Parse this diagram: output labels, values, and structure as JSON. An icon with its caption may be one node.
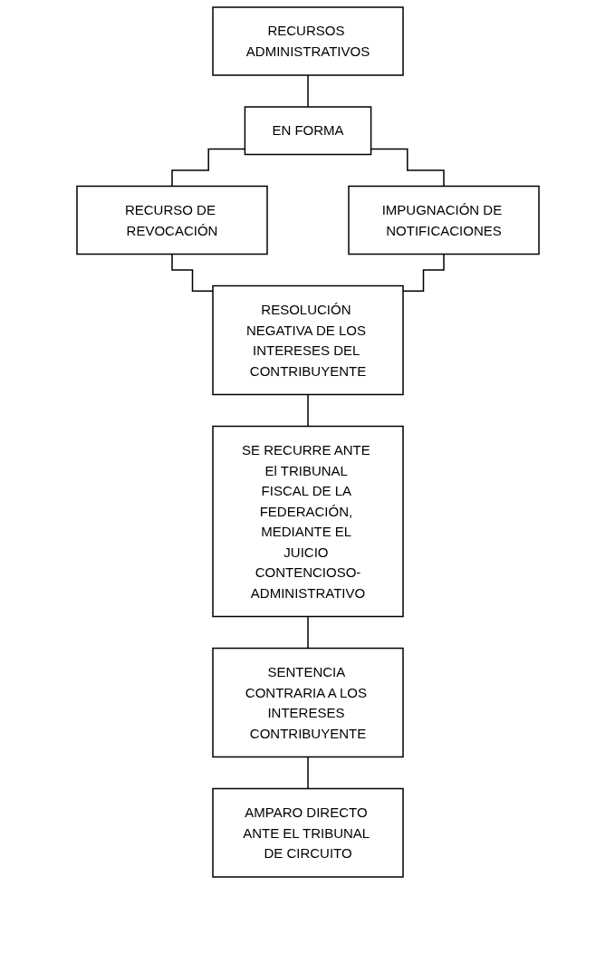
{
  "diagram": {
    "nodes": [
      {
        "text": [
          "RECURSOS ADMINISTRATIVOS"
        ]
      },
      {
        "text": [
          "EN FORMA"
        ]
      },
      {
        "text": [
          "RECURSO DE REVOCACIÓN"
        ]
      },
      {
        "text": [
          "IMPUGNACIÓN DE NOTIFICACIONES"
        ]
      },
      {
        "text": [
          "RESOLUCIÓN NEGATIVA DE LOS INTERESES DEL CONTRIBUYENTE"
        ]
      },
      {
        "text": [
          "SE RECURRE ANTE El TRIBUNAL FISCAL DE LA FEDERACIÓN, MEDIANTE EL JUICIO CONTENCIOSO-ADMINISTRATIVO"
        ]
      },
      {
        "text": [
          "SENTENCIA CONTRARIA A LOS INTERESES CONTRIBUYENTE"
        ]
      },
      {
        "text": [
          "AMPARO DIRECTO ANTE EL TRIBUNAL DE CIRCUITO"
        ]
      }
    ],
    "edges": [
      {
        "from": 0,
        "to": 1,
        "arrow": "none"
      },
      {
        "from": 1,
        "to": 2,
        "arrow": "none"
      },
      {
        "from": 1,
        "to": 3,
        "arrow": "none"
      },
      {
        "from": 2,
        "to": 4,
        "arrow": "none"
      },
      {
        "from": 3,
        "to": 4,
        "arrow": "none"
      },
      {
        "from": 4,
        "to": 5,
        "arrow": "none"
      },
      {
        "from": 5,
        "to": 6,
        "arrow": "none"
      },
      {
        "from": 6,
        "to": 7,
        "arrow": "none"
      }
    ]
  }
}
